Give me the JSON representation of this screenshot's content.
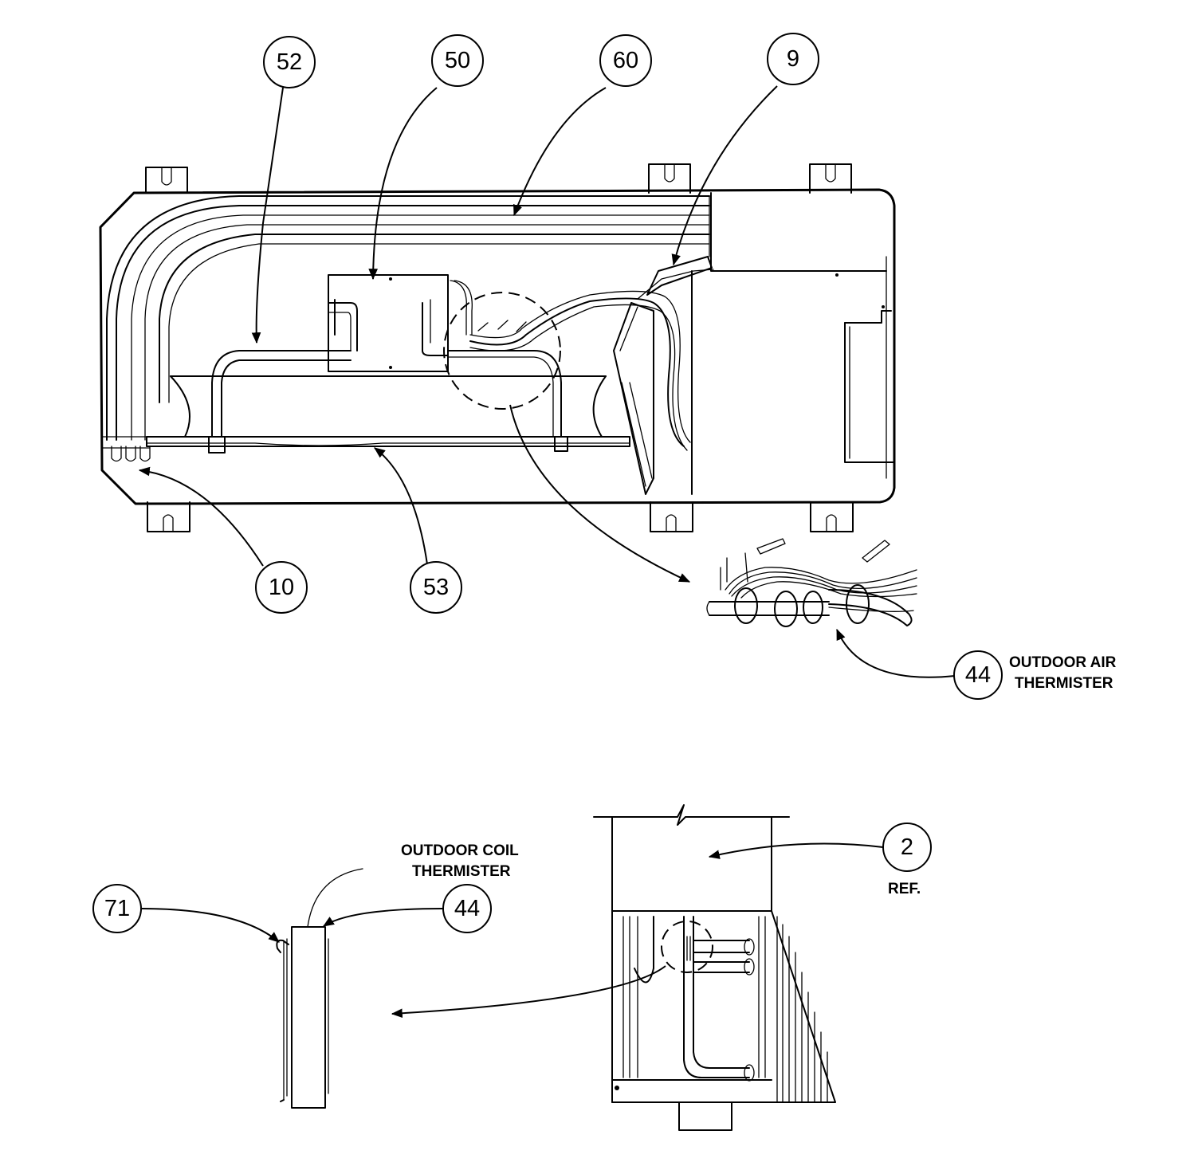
{
  "callouts": [
    {
      "id": "52",
      "label": "52"
    },
    {
      "id": "50",
      "label": "50"
    },
    {
      "id": "60",
      "label": "60"
    },
    {
      "id": "9",
      "label": "9"
    },
    {
      "id": "10",
      "label": "10"
    },
    {
      "id": "53",
      "label": "53"
    },
    {
      "id": "44a",
      "label": "44"
    },
    {
      "id": "2",
      "label": "2"
    },
    {
      "id": "71",
      "label": "71"
    },
    {
      "id": "44b",
      "label": "44"
    }
  ],
  "notes": {
    "outdoor_air_line1": "OUTDOOR AIR",
    "outdoor_air_line2": "THERMISTER",
    "outdoor_coil_line1": "OUTDOOR COIL",
    "outdoor_coil_line2": "THERMISTER",
    "ref": "REF."
  }
}
